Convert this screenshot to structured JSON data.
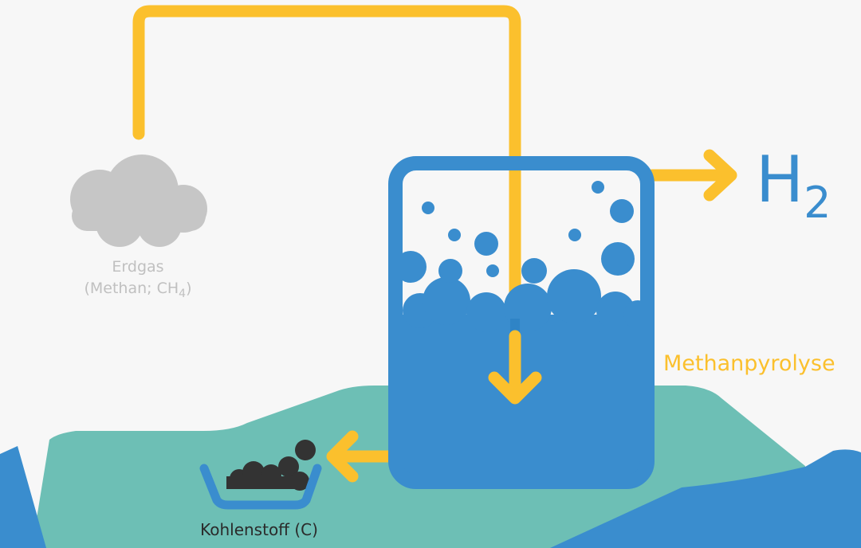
{
  "labels": {
    "source_name": "Erdgas",
    "source_formula_prefix": "(Methan; CH",
    "source_formula_sub": "4",
    "source_formula_suffix": ")",
    "process": "Methanpyrolyse",
    "product_gas_symbol": "H",
    "product_gas_sub": "2",
    "product_solid": "Kohlenstoff (C)"
  },
  "colors": {
    "background": "#f7f7f7",
    "pipe_yellow": "#fbc02d",
    "reactor_blue": "#3a8dce",
    "hill_teal": "#6dbfb5",
    "hill_blue": "#3a8dce",
    "cloud_gray": "#c6c6c6",
    "label_gray": "#c0c0c0",
    "process_label": "#fbc02d",
    "carbon_dark": "#333333",
    "text_dark": "#2a2a2a"
  },
  "icons": {
    "source": "cloud-icon",
    "reactor": "reactor-tank-icon",
    "container": "basket-icon"
  }
}
